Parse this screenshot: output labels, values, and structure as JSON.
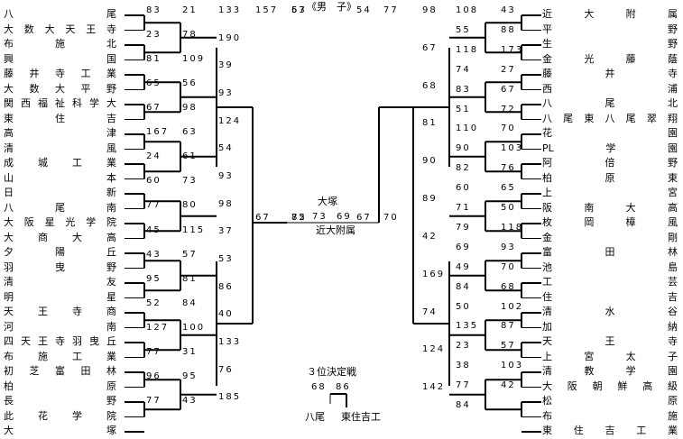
{
  "title": "《男　子》",
  "left_teams": [
    "八尾",
    "大数大天王寺",
    "布施北",
    "興国",
    "藤井寺工業",
    "大数大平野",
    "関西福祉科学大",
    "東住吉",
    "高津",
    "清風",
    "成城工業",
    "山本",
    "日新",
    "八尾南",
    "大阪星光学院",
    "大商大高",
    "夕陽丘",
    "羽曳野",
    "清友",
    "明星",
    "天王寺商",
    "河南",
    "四天王寺羽曳丘",
    "布施工業",
    "初芝富田林",
    "柏原",
    "長野",
    "此花学院",
    "大塚"
  ],
  "right_teams": [
    "近大附属",
    "平野",
    "生野",
    "金光藤蔭",
    "藤井寺",
    "西浦",
    "八尾北",
    "八尾東八尾翠翔",
    "花園",
    "PL学園",
    "阿倍野",
    "柏原東",
    "上宮",
    "阪南大高",
    "枚岡樟風",
    "金剛",
    "富田林",
    "池島",
    "工芸",
    "住吉",
    "清水谷",
    "加納",
    "天王寺",
    "上宮太子",
    "清教学園",
    "大阪朝鮮高級",
    "松原",
    "布施",
    "東住吉工業"
  ],
  "scores": {
    "L_r1": [
      "83",
      "21",
      "23",
      "78",
      "81",
      "109",
      "65",
      "56",
      "67",
      "98",
      "167",
      "63",
      "24",
      "61",
      "60",
      "73",
      "77",
      "80",
      "45",
      "115",
      "43",
      "57",
      "95",
      "81",
      "52",
      "84",
      "127",
      "100",
      "77",
      "31",
      "96",
      "95",
      "77",
      "43"
    ],
    "L_r2": [
      "133",
      "190",
      "39",
      "93",
      "124",
      "54",
      "93",
      "98",
      "37",
      "53",
      "86",
      "40",
      "133",
      "76",
      "185"
    ],
    "L_r3": [
      "157",
      "53",
      "67",
      "82"
    ],
    "L_r4": [
      "67",
      "75"
    ],
    "R_r1": [
      "108",
      "43",
      "55",
      "88",
      "118",
      "173",
      "74",
      "27",
      "83",
      "67",
      "51",
      "72",
      "110",
      "70",
      "90",
      "103",
      "82",
      "76",
      "60",
      "65",
      "71",
      "50",
      "79",
      "118",
      "69",
      "93",
      "49",
      "70",
      "84",
      "68",
      "50",
      "102",
      "135",
      "87",
      "23",
      "57",
      "38",
      "103",
      "77",
      "42",
      "84"
    ],
    "R_r2": [
      "98",
      "67",
      "68",
      "81",
      "90",
      "89",
      "42",
      "169",
      "74",
      "124",
      "142"
    ],
    "R_r3": [
      "77",
      "54",
      "70",
      "67"
    ]
  },
  "final": {
    "left_score": "73",
    "right_score": "69",
    "left_team": "大塚",
    "right_team": "近大附属"
  },
  "third_place": {
    "title": "３位決定戦",
    "left_score": "68",
    "right_score": "86",
    "left_team": "八尾",
    "right_team": "東住吉工"
  }
}
